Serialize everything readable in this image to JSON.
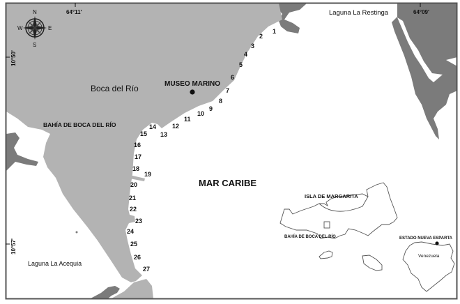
{
  "map": {
    "colors": {
      "land": "#b3b3b3",
      "dark_land": "#7b7b7b",
      "water": "#ffffff",
      "frame": "#555555"
    },
    "coordinates": {
      "lon_left": "64°11'",
      "lon_right": "64°09'",
      "lat_top": "10°50'",
      "lat_bottom": "10°57'"
    },
    "compass": {
      "icon": "compass-rose-icon",
      "n": "N",
      "s": "S",
      "e": "E",
      "w": "W"
    },
    "labels": {
      "laguna_restinga": "Laguna La Restinga",
      "boca_del_rio": "Boca del Río",
      "museo_marino": "MUSEO MARINO",
      "bahia": "BAHÍA DE BOCA DEL RÍO",
      "mar_caribe": "MAR CARIBE",
      "laguna_acequia": "Laguna La Acequia"
    },
    "stations": [
      "1",
      "2",
      "3",
      "4",
      "5",
      "6",
      "7",
      "8",
      "9",
      "10",
      "11",
      "12",
      "13",
      "14",
      "15",
      "16",
      "17",
      "18",
      "19",
      "20",
      "21",
      "22",
      "23",
      "24",
      "25",
      "26",
      "27"
    ],
    "inset": {
      "isla": "ISLA DE MARGARITA",
      "bahia": "BAHÍA DE BOCA DEL RÍO",
      "estado": "ESTADO NUEVA ESPARTA",
      "venezuela": "Venezuela"
    }
  }
}
